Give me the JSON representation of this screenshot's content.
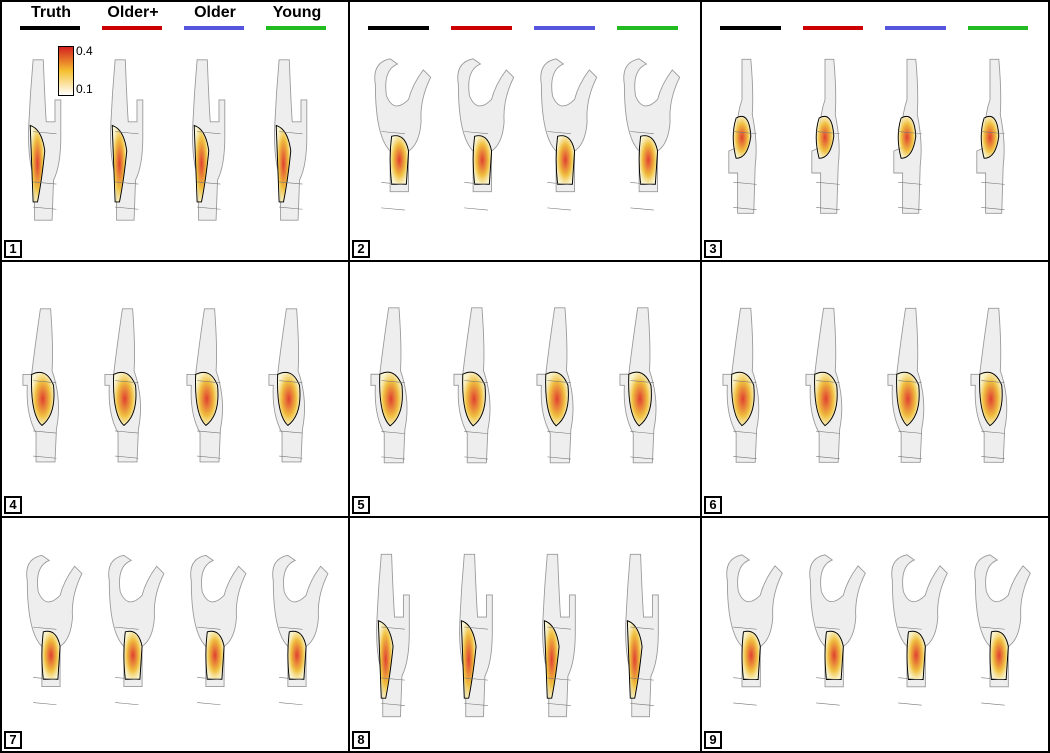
{
  "legend": {
    "labels": [
      "Truth",
      "Older+",
      "Older",
      "Young"
    ],
    "colors": [
      "#000000",
      "#cc0000",
      "#5555dd",
      "#22bb22"
    ]
  },
  "colorbar": {
    "max_label": "0.4",
    "min_label": "0.1",
    "colors": [
      "#d42020",
      "#f5c030",
      "#ffffff"
    ]
  },
  "panels": [
    "1",
    "2",
    "3",
    "4",
    "5",
    "6",
    "7",
    "8",
    "9"
  ],
  "colors": {
    "vessel_fill": "#eeeeee",
    "vessel_stroke": "#999999",
    "contour": "#000000",
    "heat_hot": "#e04030",
    "heat_warm": "#f0c040"
  }
}
